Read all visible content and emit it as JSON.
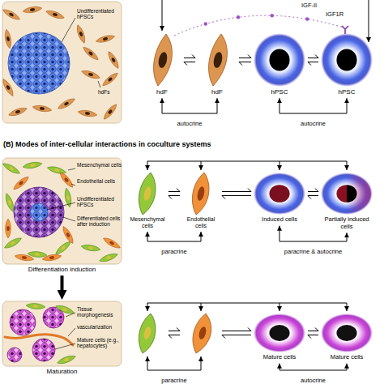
{
  "diagram": {
    "nodes": [
      {
        "text": [
          "Undifferentiated hPSCs",
          "hdFs"
        ]
      },
      {
        "text": [
          "hdF"
        ]
      },
      {
        "text": [
          "hdF"
        ]
      },
      {
        "text": [
          "hPSC"
        ]
      },
      {
        "text": [
          "hPSC"
        ]
      },
      {
        "text": [
          "Mesenchymal cells",
          "Endothelial cells",
          "Undifferentiated hPSCs",
          "Differentiated cells after induction",
          "Differentiation induction"
        ]
      },
      {
        "text": [
          "Mesenchymal cells"
        ]
      },
      {
        "text": [
          "Endothelial cells"
        ]
      },
      {
        "text": [
          "Induced cells"
        ]
      },
      {
        "text": [
          "Partially induced cells"
        ]
      },
      {
        "text": [
          "Tissue morphogenesis",
          "vascularization",
          "Mature cells (e.g., hepatocytes)",
          "Maturation"
        ]
      },
      {
        "text": [
          "Mature cells"
        ]
      },
      {
        "text": [
          "Mature cells"
        ]
      }
    ],
    "edges": [
      {
        "from": 1,
        "to": 2,
        "arrow": "both"
      },
      {
        "from": 2,
        "to": 3,
        "arrow": "both"
      },
      {
        "from": 3,
        "to": 4,
        "arrow": "both"
      },
      {
        "from": 1,
        "to": 2,
        "label": "autocrine",
        "arrow": "both"
      },
      {
        "from": 3,
        "to": 4,
        "label": "autocrine",
        "arrow": "both"
      },
      {
        "from": 6,
        "to": 7,
        "arrow": "both"
      },
      {
        "from": 7,
        "to": 8,
        "arrow": "both"
      },
      {
        "from": 8,
        "to": 9,
        "arrow": "both"
      },
      {
        "from": 6,
        "to": 7,
        "label": "paracrine",
        "arrow": "both"
      },
      {
        "from": 8,
        "to": 9,
        "label": "paracrine & autocrine",
        "arrow": "both"
      },
      {
        "from": 5,
        "to": 10,
        "arrow": "to"
      },
      {
        "from": 11,
        "to": 12,
        "arrow": "both"
      },
      {
        "from": 11,
        "to": 12,
        "label": "autocrine",
        "arrow": "both"
      }
    ],
    "labels": [
      "(B) Modes of inter-cellular interactions in coculture systems",
      "IGF-II",
      "IGF1R",
      "paracrine"
    ]
  }
}
